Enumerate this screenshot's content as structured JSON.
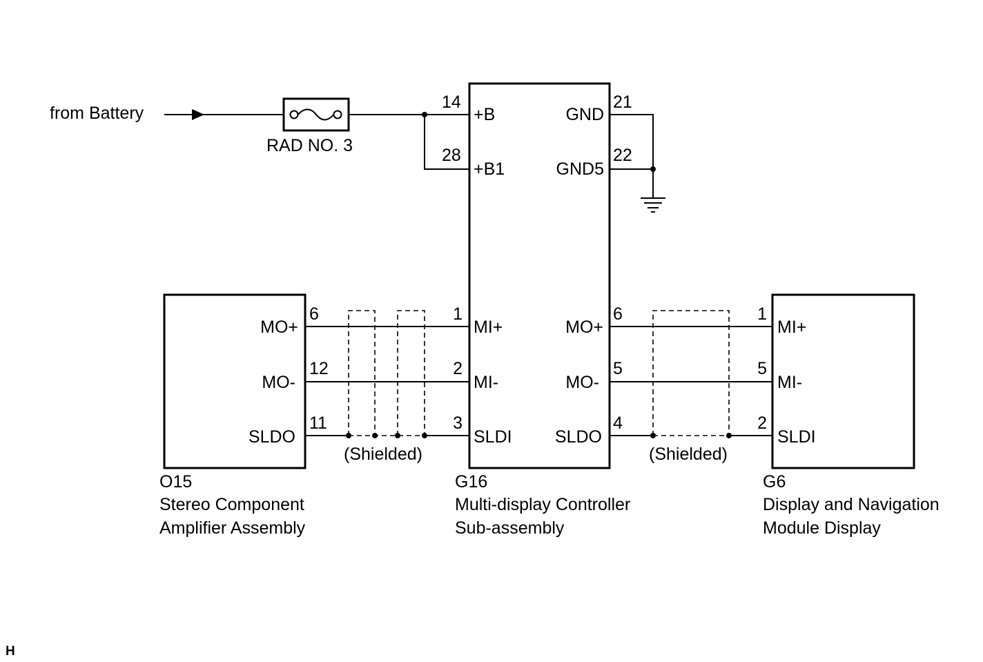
{
  "source": {
    "label": "from Battery"
  },
  "fuse": {
    "label": "RAD NO. 3"
  },
  "controller": {
    "code": "G16",
    "name_line1": "Multi-display Controller",
    "name_line2": "Sub-assembly",
    "pins": {
      "b": {
        "num": "14",
        "name": "+B"
      },
      "b1": {
        "num": "28",
        "name": "+B1"
      },
      "gnd": {
        "num": "21",
        "name": "GND"
      },
      "gnd5": {
        "num": "22",
        "name": "GND5"
      },
      "mi_plus": {
        "num": "1",
        "name": "MI+"
      },
      "mi_minus": {
        "num": "2",
        "name": "MI-"
      },
      "sldi": {
        "num": "3",
        "name": "SLDI"
      },
      "mo_plus": {
        "num": "6",
        "name": "MO+"
      },
      "mo_minus": {
        "num": "5",
        "name": "MO-"
      },
      "sldo": {
        "num": "4",
        "name": "SLDO"
      }
    }
  },
  "amplifier": {
    "code": "O15",
    "name_line1": "Stereo Component",
    "name_line2": "Amplifier Assembly",
    "pins": {
      "mo_plus": {
        "num": "6",
        "name": "MO+"
      },
      "mo_minus": {
        "num": "12",
        "name": "MO-"
      },
      "sldo": {
        "num": "11",
        "name": "SLDO"
      }
    }
  },
  "display": {
    "code": "G6",
    "name_line1": "Display and Navigation",
    "name_line2": "Module Display",
    "pins": {
      "mi_plus": {
        "num": "1",
        "name": "MI+"
      },
      "mi_minus": {
        "num": "5",
        "name": "MI-"
      },
      "sldi": {
        "num": "2",
        "name": "SLDI"
      }
    }
  },
  "shield_label_left": "(Shielded)",
  "shield_label_right": "(Shielded)",
  "corner_mark": "H"
}
